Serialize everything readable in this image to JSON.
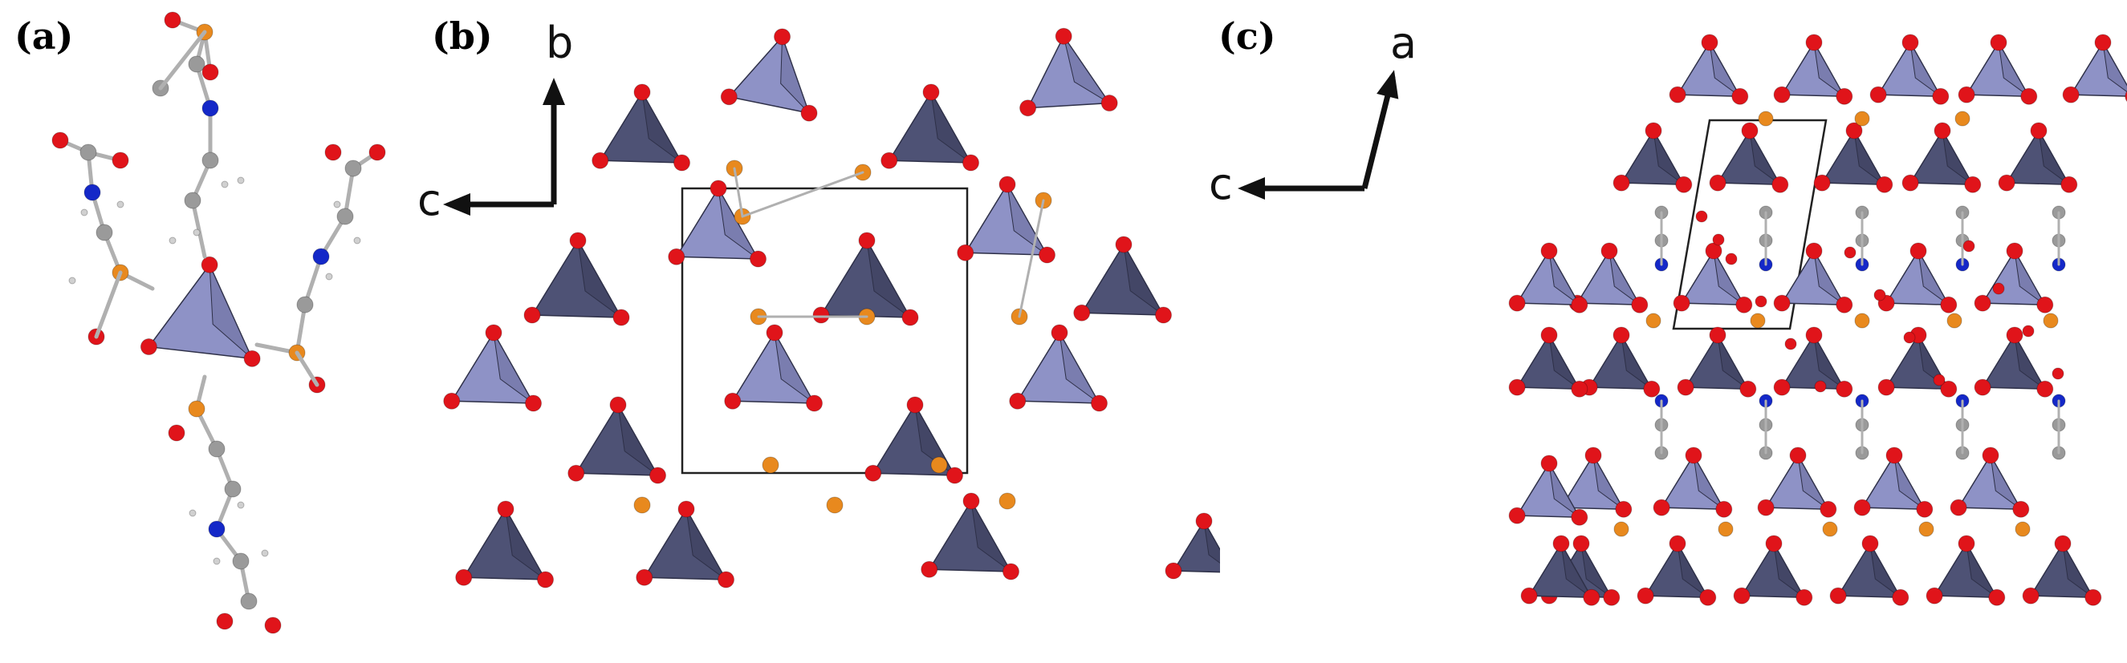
{
  "figure": {
    "panels": [
      {
        "id": "a",
        "label": "(a)"
      },
      {
        "id": "b",
        "label": "(b)",
        "axes": {
          "vertical": "b",
          "horizontal": "c"
        }
      },
      {
        "id": "c",
        "label": "(c)",
        "axes": {
          "vertical": "a",
          "horizontal": "c"
        }
      }
    ]
  },
  "colors": {
    "tetra_light": "#8e92c6",
    "tetra_dark": "#4e5275",
    "oxygen": "#e0141a",
    "phosphorus": "#e8891e",
    "carbon": "#9a9a9a",
    "nitrogen": "#1428c8",
    "hydrogen": "#d0d0d0",
    "bond": "#b0b0b0"
  }
}
